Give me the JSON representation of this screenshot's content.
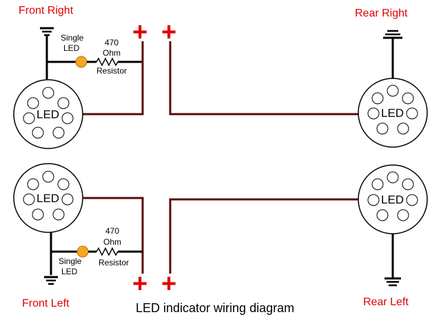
{
  "title": "LED indicator wiring diagram",
  "labels": {
    "front_right": "Front Right",
    "rear_right": "Rear Right",
    "front_left": "Front Left",
    "rear_left": "Rear Left"
  },
  "led_label": "LED",
  "single_led": [
    "Single",
    "LED"
  ],
  "resistor": [
    "470",
    "Ohm",
    "Resistor"
  ],
  "plus": "+",
  "colors": {
    "label_red": "#e00000",
    "wire_dark_red": "#5a0a0a",
    "single_led_orange": "#f5a623"
  },
  "icons": [
    "ground-symbol-icon",
    "resistor-icon",
    "single-led-icon",
    "led-cluster-icon",
    "plus-terminal-icon"
  ]
}
